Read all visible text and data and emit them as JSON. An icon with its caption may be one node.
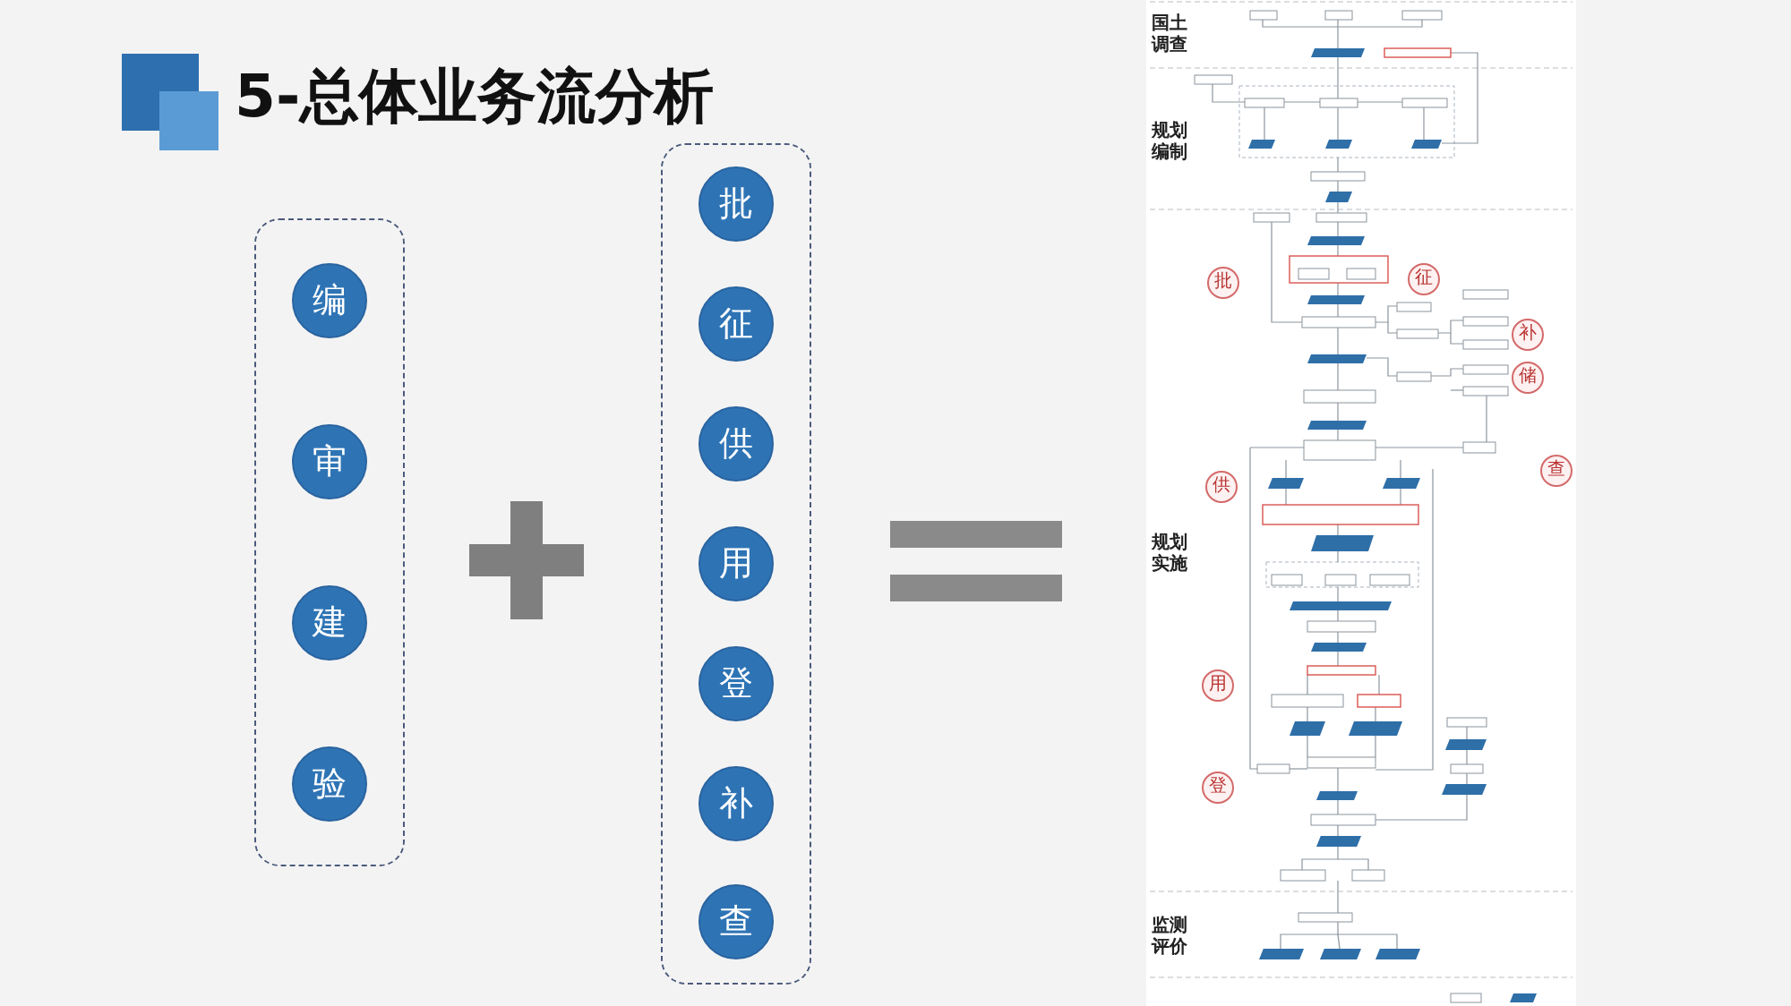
{
  "diagram": {
    "title": "5-总体业务流分析",
    "nodes": [
      {
        "text": [],
        "shape": "box"
      },
      {
        "text": [
          "编"
        ],
        "in": 0
      },
      {
        "text": [
          "审"
        ],
        "in": 0
      },
      {
        "text": [
          "建"
        ],
        "in": 0
      },
      {
        "text": [
          "验"
        ],
        "in": 0
      },
      {
        "text": [],
        "shape": "box"
      },
      {
        "text": [
          "批"
        ],
        "in": 5
      },
      {
        "text": [
          "征"
        ],
        "in": 5
      },
      {
        "text": [
          "供"
        ],
        "in": 5
      },
      {
        "text": [
          "用"
        ],
        "in": 5
      },
      {
        "text": [
          "登"
        ],
        "in": 5
      },
      {
        "text": [
          "补"
        ],
        "in": 5
      },
      {
        "text": [
          "查"
        ],
        "in": 5
      },
      {
        "text": [],
        "shape": "picture"
      },
      {
        "text": [
          "批"
        ],
        "in": 13
      },
      {
        "text": [
          "征"
        ],
        "in": 13
      },
      {
        "text": [
          "补"
        ],
        "in": 13
      },
      {
        "text": [
          "储"
        ],
        "in": 13
      },
      {
        "text": [
          "查"
        ],
        "in": 13
      },
      {
        "text": [
          "供"
        ],
        "in": 13
      },
      {
        "text": [
          "用"
        ],
        "in": 13
      },
      {
        "text": [
          "登"
        ],
        "in": 13
      }
    ],
    "labels": [
      "国土调查",
      "规划编制",
      "规划实施",
      "监测评价"
    ]
  }
}
